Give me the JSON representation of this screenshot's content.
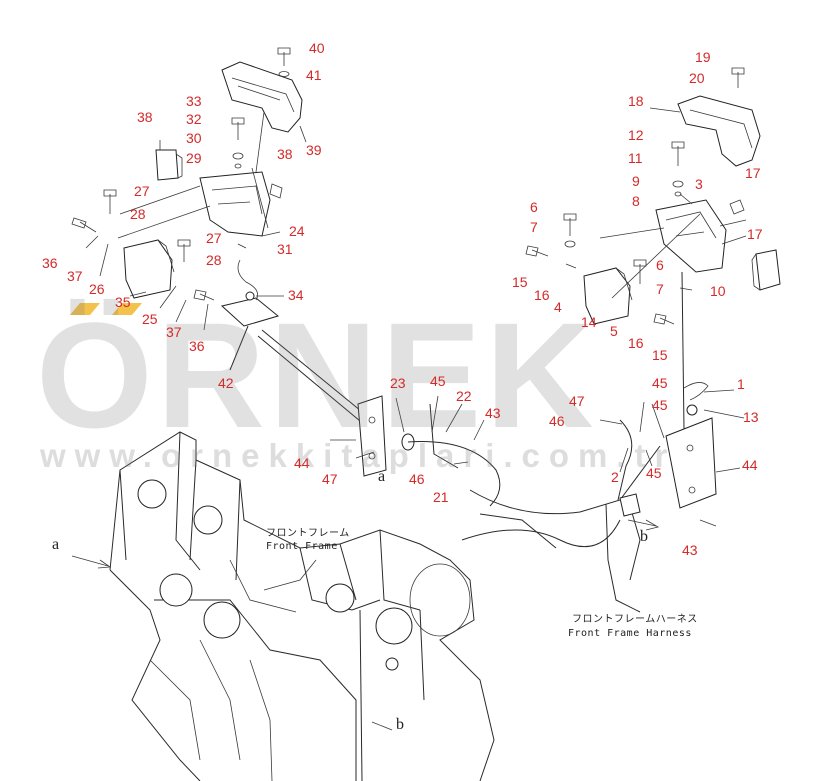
{
  "watermark": {
    "brand": "ÖRNEK",
    "url": "www.ornekkitaplari.com.tr",
    "accent_color": "#f3c24a",
    "text_color": "#8c8c8c"
  },
  "labels": {
    "front_frame_jp": "フロントフレーム",
    "front_frame_en": "Front Frame",
    "harness_jp": "フロントフレームハーネス",
    "harness_en": "Front Frame Harness"
  },
  "view_markers": {
    "a_left": "a",
    "a_mid": "a",
    "b_right": "b",
    "b_bottom": "b"
  },
  "callout_color": "#d42a2a",
  "callouts": [
    "40",
    "41",
    "39",
    "38",
    "33",
    "32",
    "30",
    "29",
    "38",
    "27",
    "28",
    "24",
    "31",
    "36",
    "37",
    "26",
    "35",
    "27",
    "28",
    "25",
    "37",
    "36",
    "34",
    "42",
    "19",
    "20",
    "18",
    "12",
    "11",
    "9",
    "8",
    "3",
    "17",
    "17",
    "6",
    "7",
    "15",
    "16",
    "4",
    "6",
    "7",
    "10",
    "14",
    "5",
    "16",
    "15",
    "1",
    "13",
    "47",
    "46",
    "45",
    "45",
    "2",
    "45",
    "23",
    "45",
    "22",
    "43",
    "44",
    "47",
    "46",
    "21",
    "44",
    "43"
  ]
}
